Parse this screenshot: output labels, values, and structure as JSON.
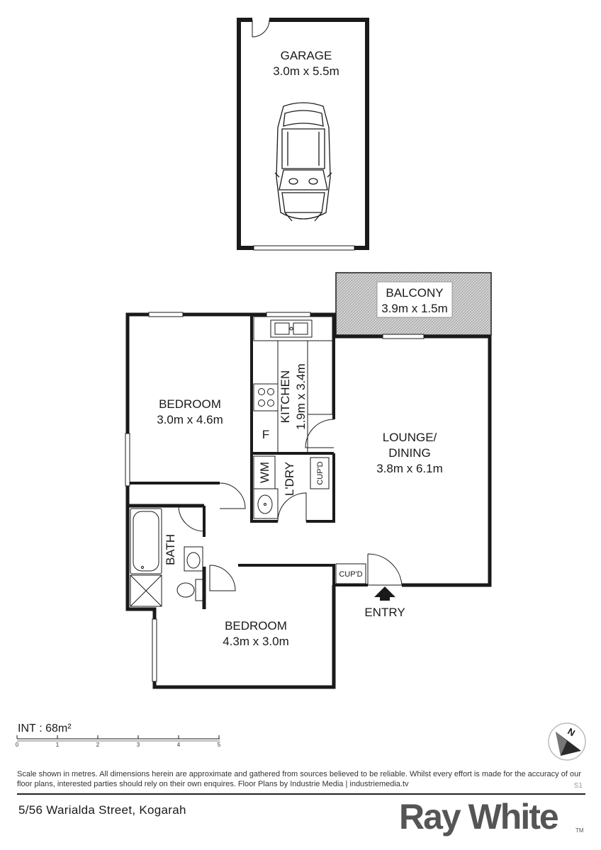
{
  "rooms": {
    "garage": {
      "name": "GARAGE",
      "dims": "3.0m x 5.5m"
    },
    "balcony": {
      "name": "BALCONY",
      "dims": "3.9m x 1.5m"
    },
    "kitchen": {
      "name": "KITCHEN",
      "dims": "1.9m x 3.4m"
    },
    "bedroom1": {
      "name": "BEDROOM",
      "dims": "3.0m x 4.6m"
    },
    "lounge": {
      "name_line1": "LOUNGE/",
      "name_line2": "DINING",
      "dims": "3.8m x 6.1m"
    },
    "laundry": {
      "name": "L'DRY"
    },
    "bath": {
      "name": "BATH"
    },
    "bedroom2": {
      "name": "BEDROOM",
      "dims": "4.3m x 3.0m"
    }
  },
  "fixtures": {
    "fridge": "F",
    "washing_machine": "WM",
    "cupboard": "CUP'D"
  },
  "entry_label": "ENTRY",
  "area": {
    "label": "INT",
    "value": ": 68m²"
  },
  "scale_ticks": [
    "0",
    "1",
    "2",
    "3",
    "4",
    "5"
  ],
  "compass_letter": "N",
  "disclaimer": "Scale shown in metres. All dimensions herein are approximate and gathered from sources believed to be reliable. Whilst every effort is made for the accuracy of our floor plans, interested parties should rely on their own enquires. Floor Plans by Industrie Media | industriemedia.tv",
  "sheet_code": "S1",
  "address": "5/56 Warialda Street, Kogarah",
  "brand": {
    "name": "Ray White",
    "tm": "TM"
  },
  "colors": {
    "wall": "#1a1a1a",
    "brand": "#555555",
    "hatch": "#bdbdbd"
  }
}
